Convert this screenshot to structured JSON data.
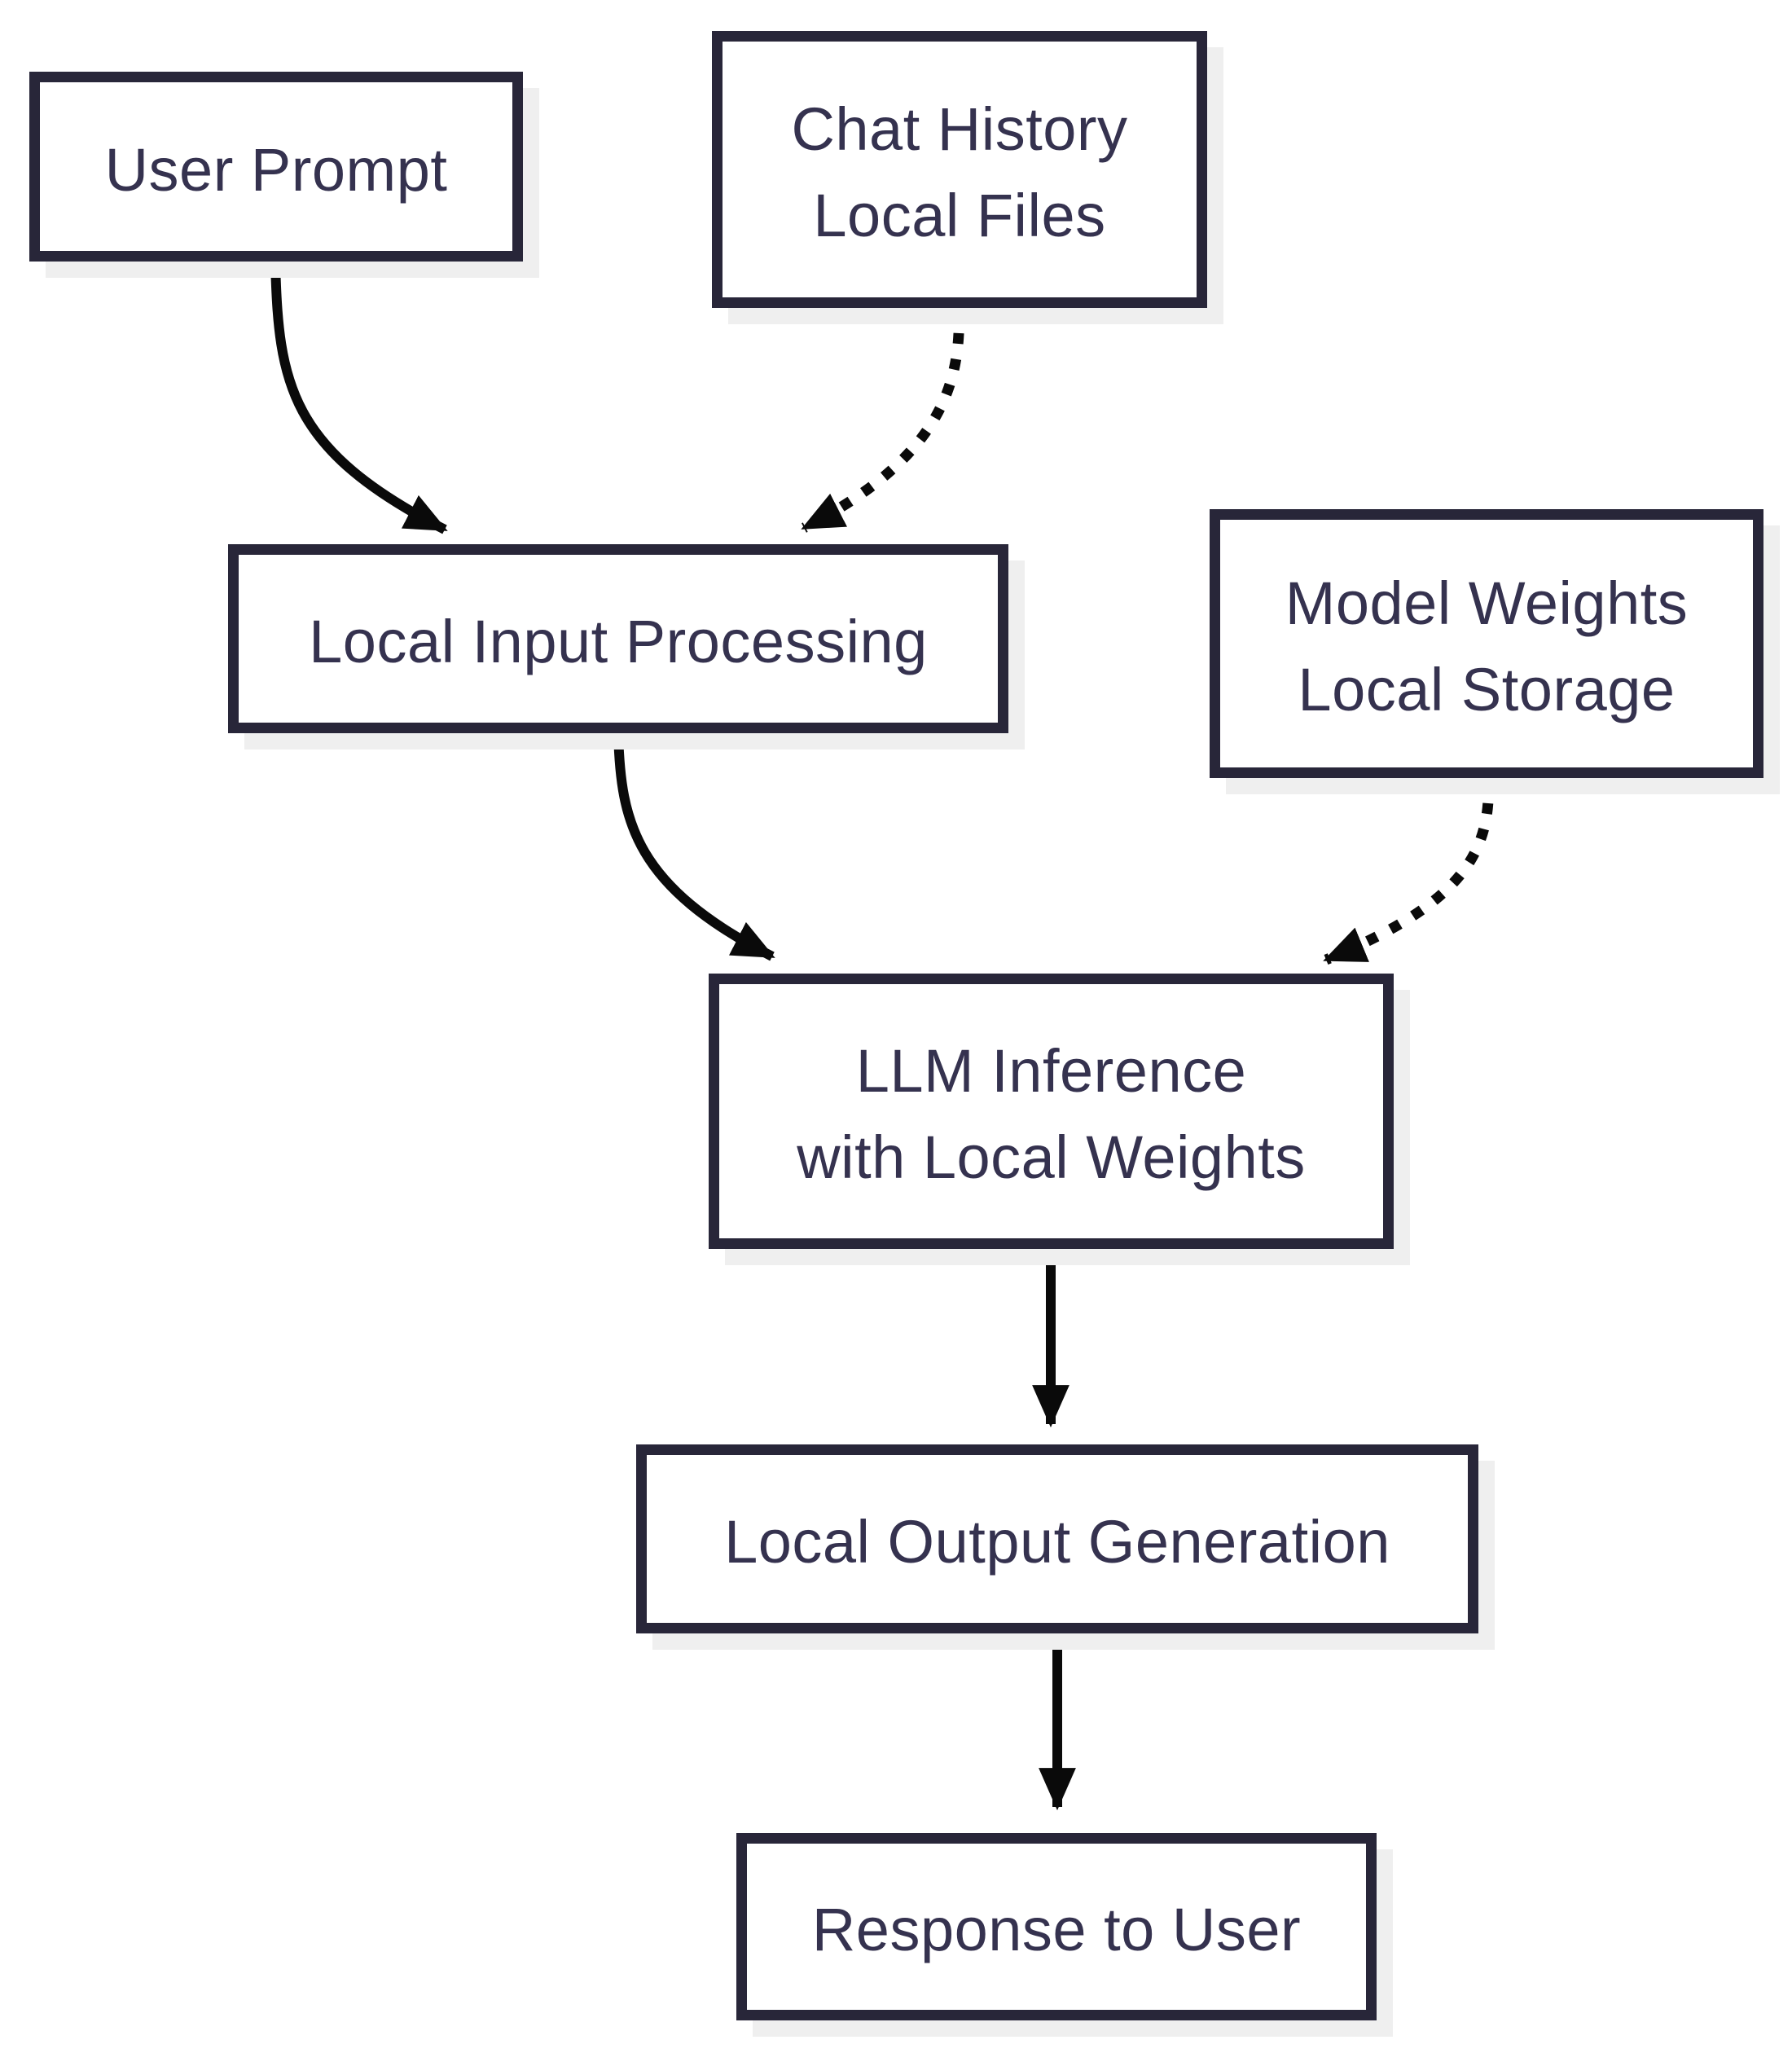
{
  "diagram": {
    "type": "flowchart",
    "colors": {
      "background": "#ffffff",
      "node_fill": "#ffffff",
      "border": "#282639",
      "text": "#35324f",
      "shadow": "#efefef",
      "arrow": "#0a0a0a"
    },
    "nodes": {
      "user_prompt": {
        "lines": [
          "User Prompt"
        ]
      },
      "chat_history": {
        "lines": [
          "Chat History",
          "Local Files"
        ]
      },
      "local_input": {
        "lines": [
          "Local Input Processing"
        ]
      },
      "model_weights": {
        "lines": [
          "Model Weights",
          "Local Storage"
        ]
      },
      "llm_inference": {
        "lines": [
          "LLM Inference",
          "with Local Weights"
        ]
      },
      "local_output": {
        "lines": [
          "Local Output Generation"
        ]
      },
      "response": {
        "lines": [
          "Response to User"
        ]
      }
    },
    "edges": [
      {
        "from": "user_prompt",
        "to": "local_input",
        "style": "solid"
      },
      {
        "from": "chat_history",
        "to": "local_input",
        "style": "dotted"
      },
      {
        "from": "local_input",
        "to": "llm_inference",
        "style": "solid"
      },
      {
        "from": "model_weights",
        "to": "llm_inference",
        "style": "dotted"
      },
      {
        "from": "llm_inference",
        "to": "local_output",
        "style": "solid"
      },
      {
        "from": "local_output",
        "to": "response",
        "style": "solid"
      }
    ]
  }
}
